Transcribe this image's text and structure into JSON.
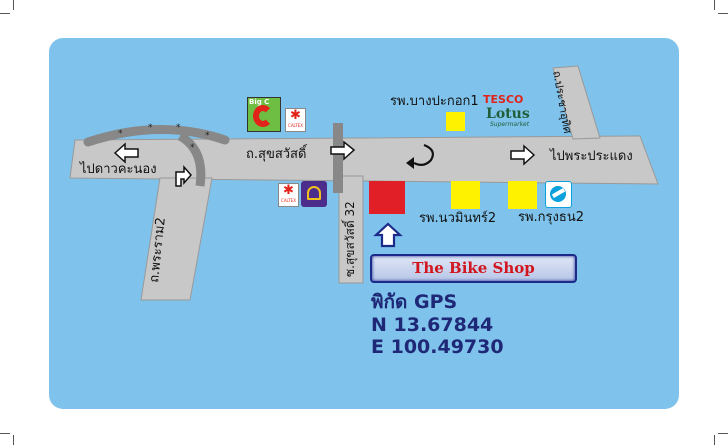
{
  "map": {
    "roads": {
      "main_road_label": "ถ.สุขสวัสดิ์",
      "left_dest_label": "ไปดาวคะนอง",
      "right_dest_label": "ไปพระประแดง",
      "rama2_label": "ถ.พระราม2",
      "soi32_label": "ซ.สุขสวัสดิ์ 32",
      "right_soi_label": "ถ.ประชาอุทิศ"
    },
    "places": {
      "hospital_bangpakok": "รพ.บางปะกอก1",
      "hospital_nawamin": "รพ.นวมินทร์2",
      "hospital_krungthon": "รพ.กรุงธน2",
      "tesco_label": "TESCO",
      "lotus_label": "Lotus",
      "supermarket_label": "Supermarket",
      "bigc_label": "Big C",
      "caltex_label": "CALTEX"
    },
    "shop": {
      "name": "The Bike Shop"
    },
    "gps": {
      "title": "พิกัด GPS",
      "lat": "N 13.67844",
      "lon": "E 100.49730"
    },
    "colors": {
      "background": "#7fc3ec",
      "road": "#c8c8c8",
      "hospital_marker": "#fff200",
      "shop_marker": "#e11f26",
      "gps_text": "#1e2876",
      "shop_name_text": "#d2161e"
    },
    "icons": [
      "arrow-left-icon",
      "arrow-right-icon",
      "u-turn-icon",
      "turn-right-icon",
      "arrow-up-icon",
      "caltex-star-icon",
      "big-c-logo",
      "scb-logo",
      "krungthai-logo"
    ]
  }
}
